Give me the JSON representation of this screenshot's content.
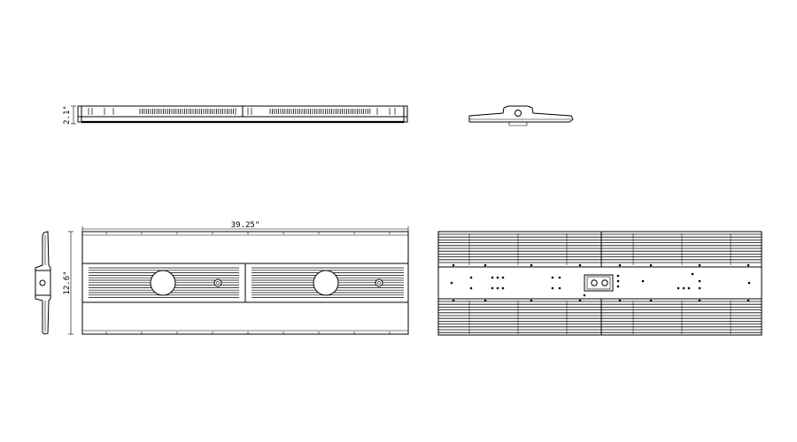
{
  "drawing": {
    "line_color": "#000000",
    "background": "#ffffff",
    "dimensions": {
      "height_side": "2.1\"",
      "length": "39.25\"",
      "width": "12.6\""
    },
    "views": [
      "side-view",
      "end-view",
      "end-view-tall",
      "top-view",
      "bottom-view"
    ]
  }
}
